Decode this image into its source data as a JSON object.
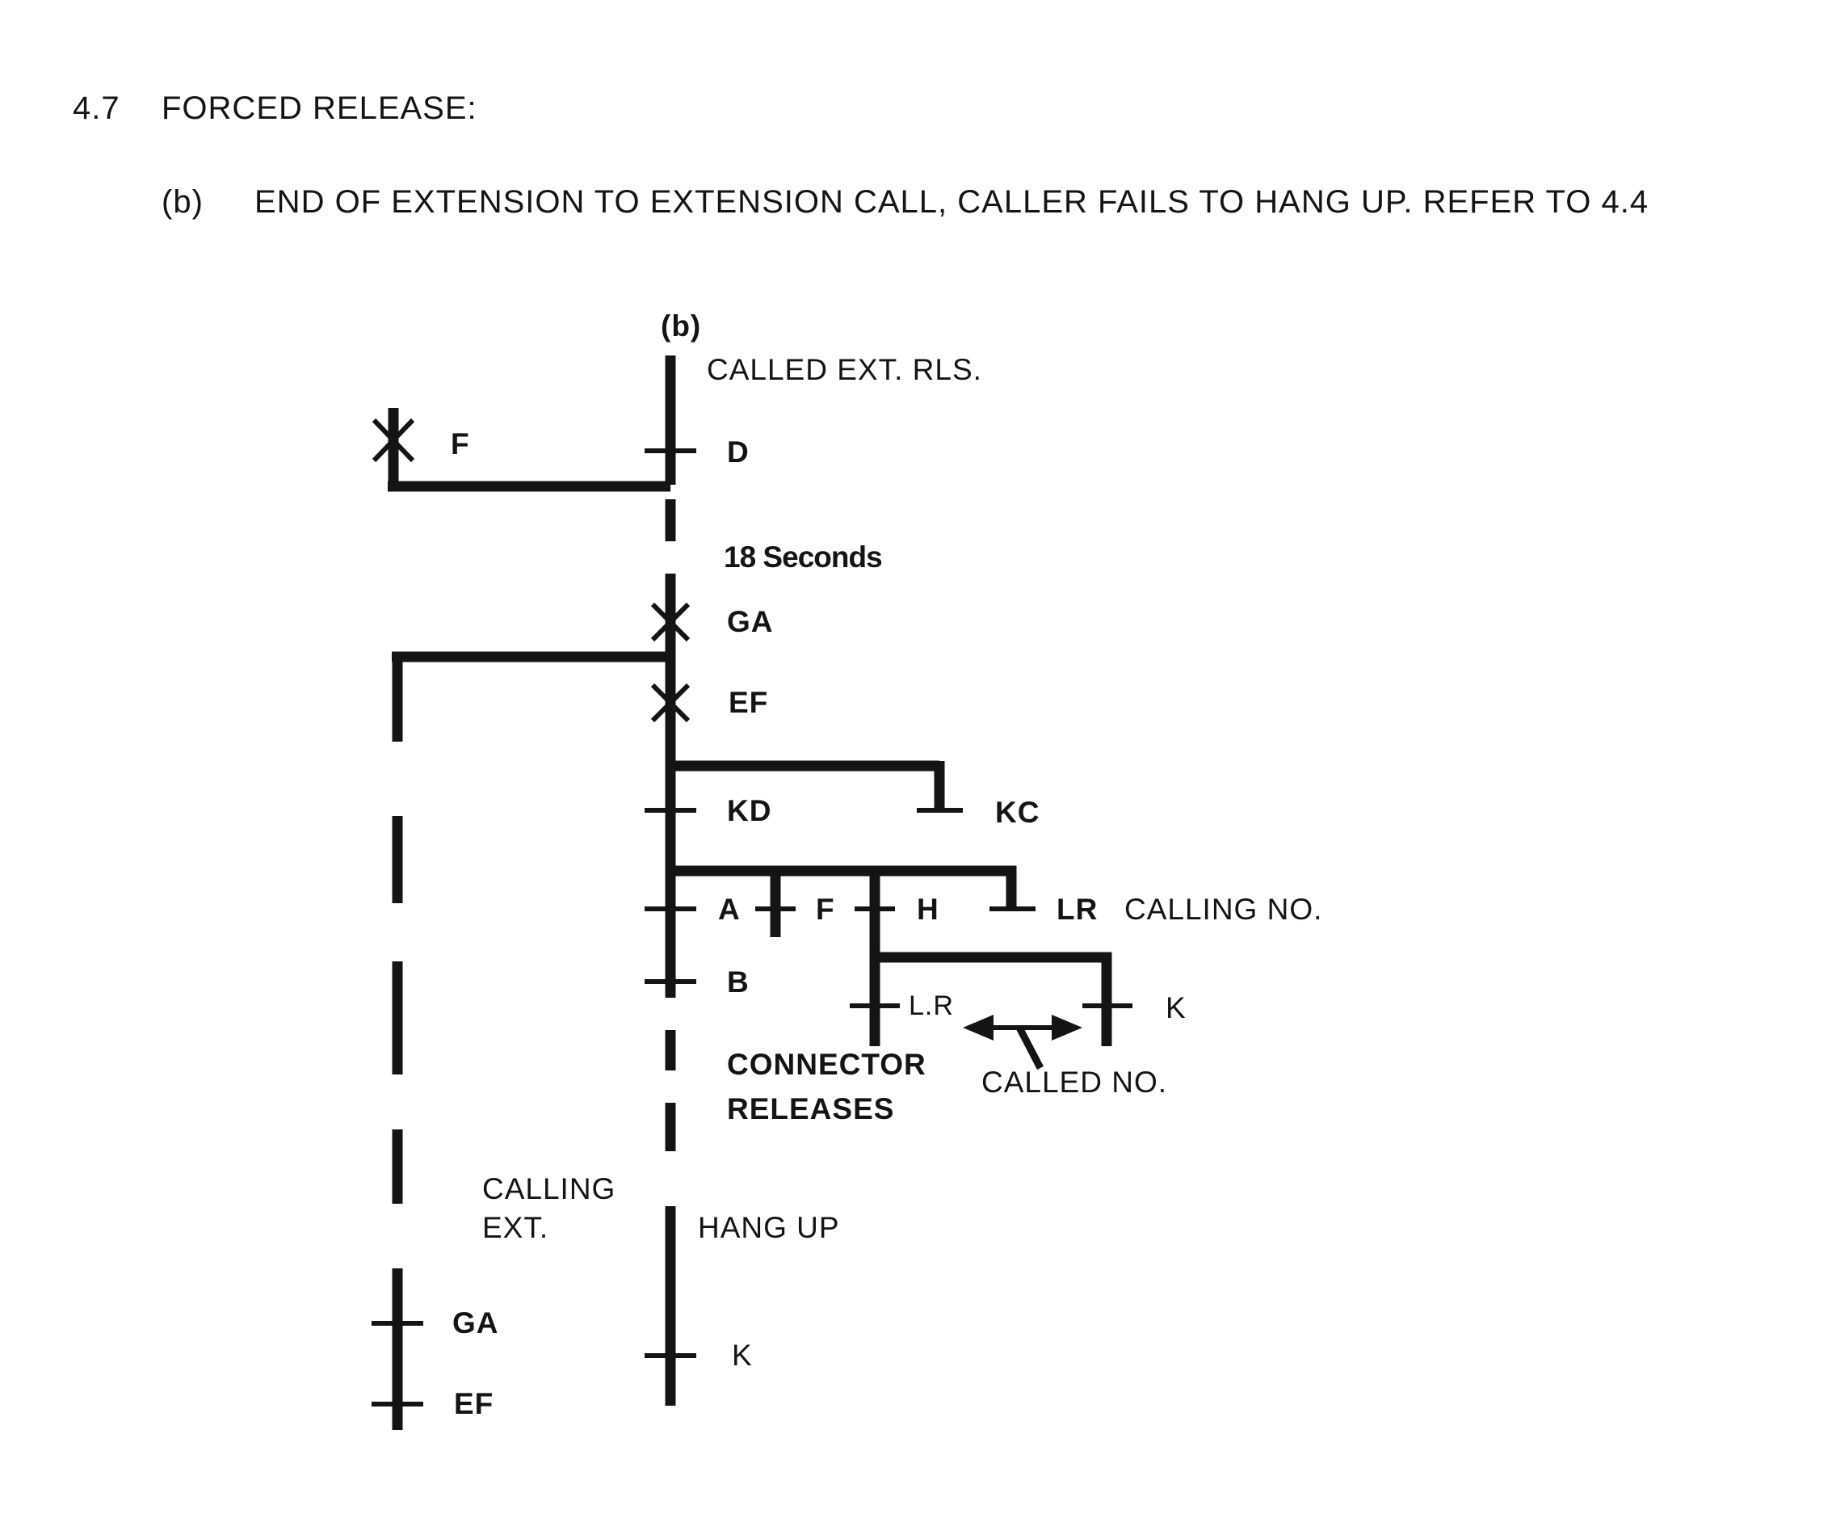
{
  "header": {
    "section_number": "4.7",
    "section_title": "FORCED RELEASE:",
    "item_marker": "(b)",
    "item_text": "END OF EXTENSION TO EXTENSION CALL, CALLER FAILS TO HANG UP. REFER TO 4.4"
  },
  "diagram": {
    "panel_label": "(b)",
    "called_ext_rls": "CALLED EXT. RLS.",
    "f_top": "F",
    "d": "D",
    "seconds": "18 Seconds",
    "ga_mid": "GA",
    "ef_mid": "EF",
    "kd": "KD",
    "kc": "KC",
    "a": "A",
    "f_mid": "F",
    "h": "H",
    "lr_top": "LR",
    "calling_no": "CALLING NO.",
    "b": "B",
    "lr_low": "L.R",
    "k_right": "K",
    "connector": "CONNECTOR",
    "releases": "RELEASES",
    "called_no": "CALLED NO.",
    "calling": "CALLING",
    "ext": "EXT.",
    "hang_up": "HANG UP",
    "ga_low": "GA",
    "ef_low": "EF",
    "k_low": "K"
  },
  "colors": {
    "ink": "#141414",
    "paper": "#ffffff"
  }
}
